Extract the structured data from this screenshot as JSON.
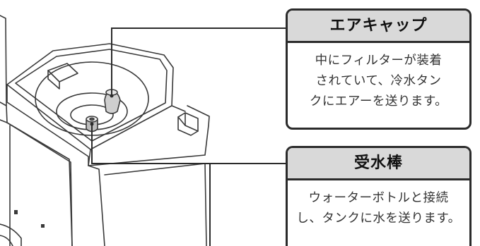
{
  "callouts": [
    {
      "title": "エアキャップ",
      "lines": [
        "中にフィルターが装着",
        "されていて、冷水タン",
        "クにエアーを送ります。"
      ]
    },
    {
      "title": "受水棒",
      "lines": [
        "ウォーターボトルと接続",
        "し、タンクに水を送ります。"
      ]
    }
  ]
}
